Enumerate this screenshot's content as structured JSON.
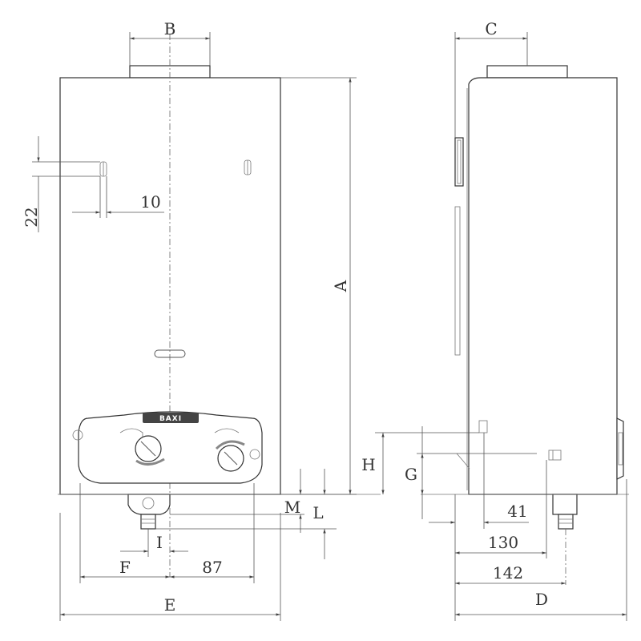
{
  "brand": {
    "logo_text": "BAXI"
  },
  "dimensions": {
    "A": "A",
    "B": "B",
    "C": "C",
    "D": "D",
    "E": "E",
    "F": "F",
    "G": "G",
    "H": "H",
    "I": "I",
    "L": "L",
    "M": "M",
    "v22": "22",
    "v10": "10",
    "v87": "87",
    "v41": "41",
    "v130": "130",
    "v142": "142"
  }
}
